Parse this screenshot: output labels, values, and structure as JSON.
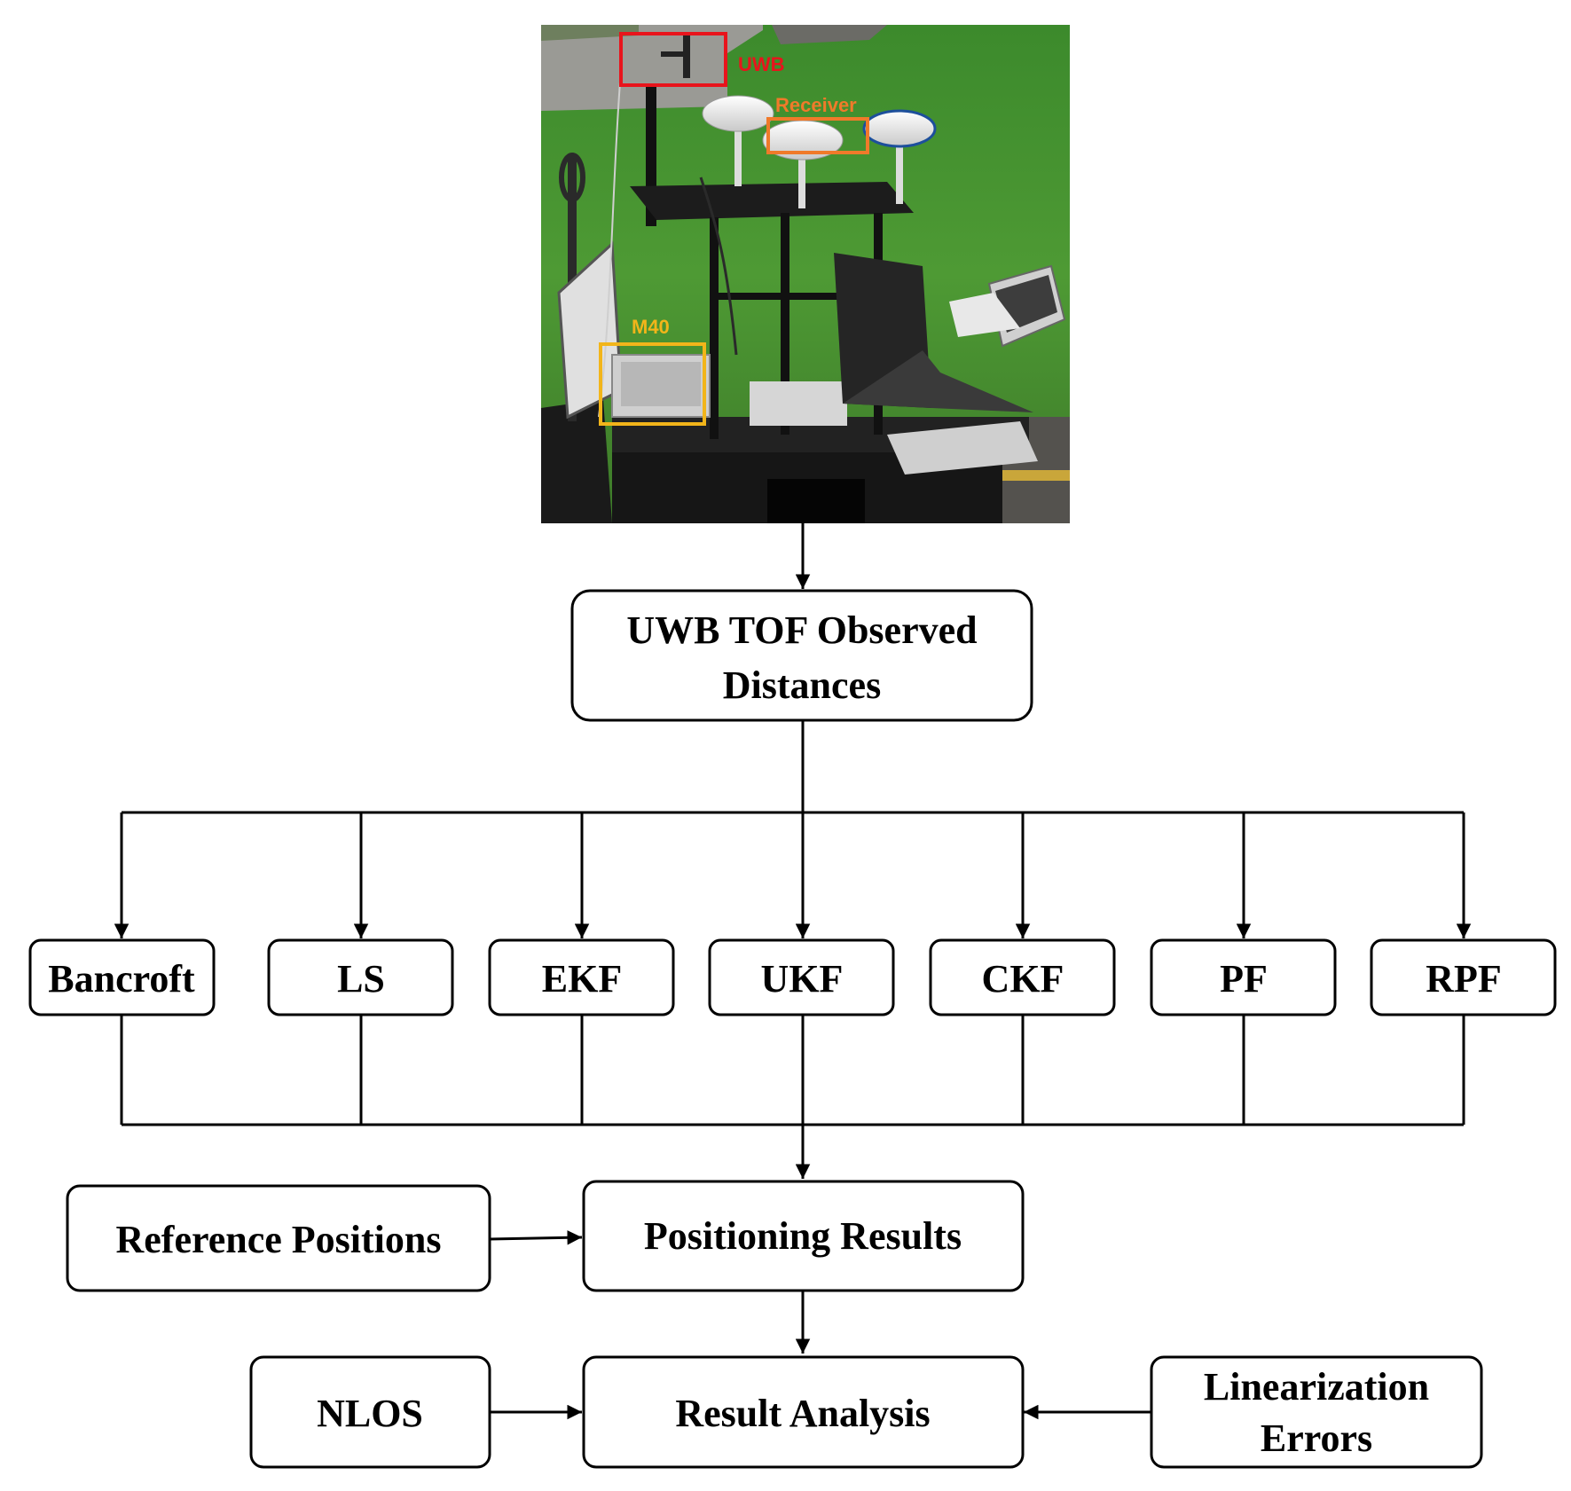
{
  "photo": {
    "annotations": {
      "uwb": "UWB",
      "receiver": "Receiver",
      "m40": "M40"
    },
    "colors": {
      "uwb": "#e8141c",
      "receiver": "#f07a2a",
      "m40": "#f2b51a"
    }
  },
  "nodes": {
    "observed_line1": "UWB TOF Observed",
    "observed_line2": "Distances",
    "methods": [
      "Bancroft",
      "LS",
      "EKF",
      "UKF",
      "CKF",
      "PF",
      "RPF"
    ],
    "reference_positions": "Reference Positions",
    "positioning_results": "Positioning Results",
    "nlos": "NLOS",
    "result_analysis": "Result Analysis",
    "linearization_line1": "Linearization",
    "linearization_line2": "Errors"
  }
}
